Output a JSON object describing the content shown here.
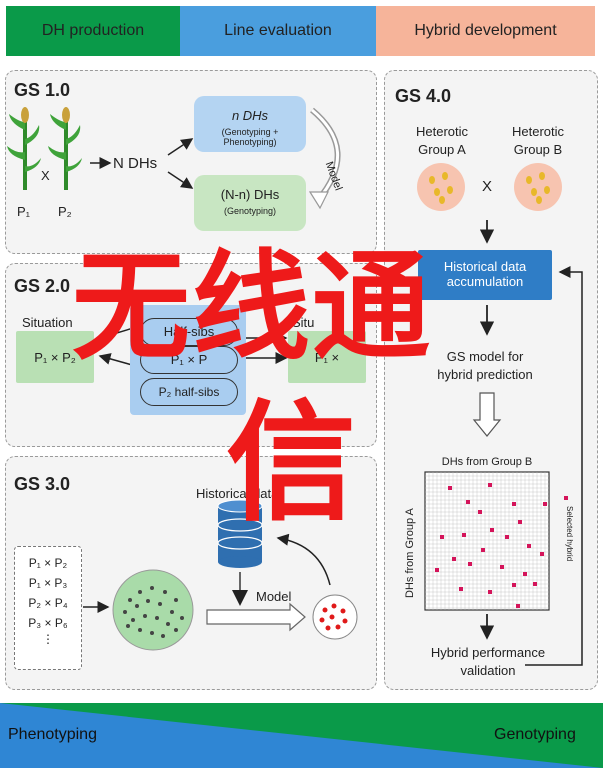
{
  "headers": {
    "dh": "DH production",
    "line": "Line evaluation",
    "hybrid": "Hybrid development"
  },
  "colors": {
    "green": "#0a9a49",
    "blue": "#4a9ede",
    "salmon": "#f6b49a",
    "red_watermark": "#ee1a1a"
  },
  "gs1": {
    "title": "GS 1.0",
    "p1": "P₁",
    "p2": "P₂",
    "cross": "X",
    "n_dhs": "N DHs",
    "box1_main": "n DHs",
    "box1_sub": "(Genotyping + Phenotyping)",
    "box2_main": "(N-n) DHs",
    "box2_sub": "(Genotyping)",
    "model": "Model"
  },
  "gs2": {
    "title": "GS 2.0",
    "situation_left": "Situation",
    "situation_right": "Situ",
    "left_cross": "P₁ × P₂",
    "right_cross": "P₁ ×",
    "half_sibs_1": "Half-sibs",
    "mid_cross": "P₁ × P",
    "half_sibs_2": "P₂ half-sibs"
  },
  "gs3": {
    "title": "GS 3.0",
    "crosses": [
      "P₁ × P₂",
      "P₁ × P₃",
      "P₂ × P₄",
      "P₃ × P₆",
      "⋮"
    ],
    "historical": "Historical data",
    "model": "Model"
  },
  "gs4": {
    "title": "GS 4.0",
    "group_a_1": "Heterotic",
    "group_a_2": "Group A",
    "group_b_1": "Heterotic",
    "group_b_2": "Group B",
    "cross": "X",
    "hist_box_1": "Historical data",
    "hist_box_2": "accumulation",
    "gs_model_1": "GS model for",
    "gs_model_2": "hybrid prediction",
    "grid_top": "DHs from Group B",
    "grid_left": "DHs from Group A",
    "grid_legend": "Selected hybrid",
    "perf_1": "Hybrid performance",
    "perf_2": "validation"
  },
  "bottom": {
    "left": "Phenotyping",
    "right": "Genotyping"
  },
  "watermark": {
    "line1": "无线通",
    "line2": "信"
  }
}
